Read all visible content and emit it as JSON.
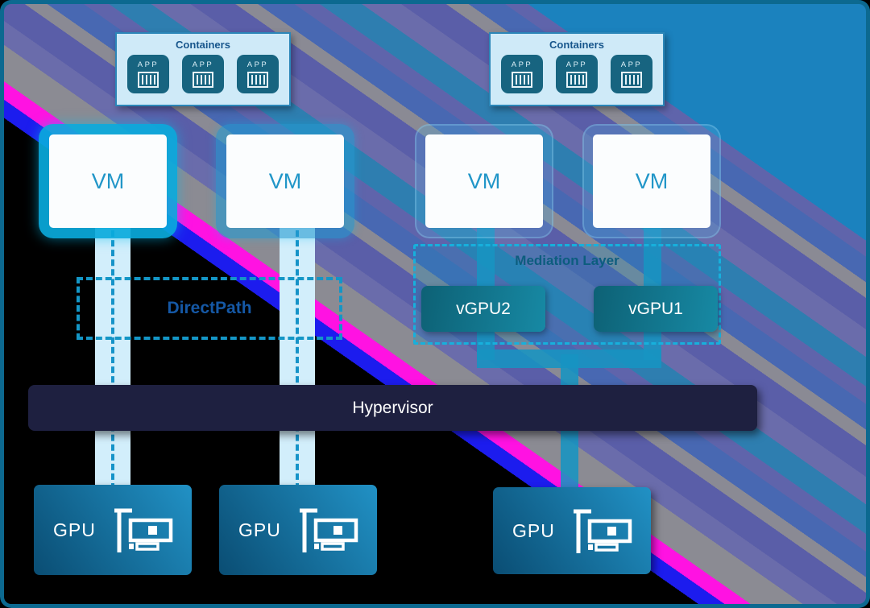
{
  "diagram": {
    "container_groups": [
      {
        "title": "Containers",
        "apps": [
          "APP",
          "APP",
          "APP"
        ]
      },
      {
        "title": "Containers",
        "apps": [
          "APP",
          "APP",
          "APP"
        ]
      }
    ],
    "vms": [
      "VM",
      "VM",
      "VM",
      "VM"
    ],
    "passthrough": {
      "label": "DirectPath"
    },
    "mediation": {
      "title": "Mediation Layer",
      "vgpus": [
        "vGPU2",
        "vGPU1"
      ]
    },
    "hypervisor": {
      "label": "Hypervisor"
    },
    "gpus": [
      "GPU",
      "GPU",
      "GPU"
    ],
    "colors": {
      "canvas_blue": "#1b82be",
      "stripe_slate": "#5a5ea8",
      "stripe_gray": "#8a8a94",
      "stripe_steel_blue": "#4868b2",
      "stripe_teal": "#2e7eb0",
      "accent_magenta": "#ff12e2",
      "accent_blue": "#1c1cee",
      "frame_teal": "#0c6990",
      "containers_fill": "#cfeaf8",
      "app_box": "#176480",
      "vm_text": "#2196c8",
      "pipe_light": "#d2eefb",
      "pipe_teal": "#1791be",
      "dashed_border": "#17a6d2",
      "hypervisor_bg": "#1e2040",
      "gpu_gradient_start": "#0a4d73",
      "gpu_gradient_end": "#2191c5",
      "vgpu_gradient_start": "#0d6175",
      "vgpu_gradient_end": "#1789a4",
      "mediation_title_color": "#0c5d7e",
      "directpath_text_color": "#1558a5"
    }
  }
}
